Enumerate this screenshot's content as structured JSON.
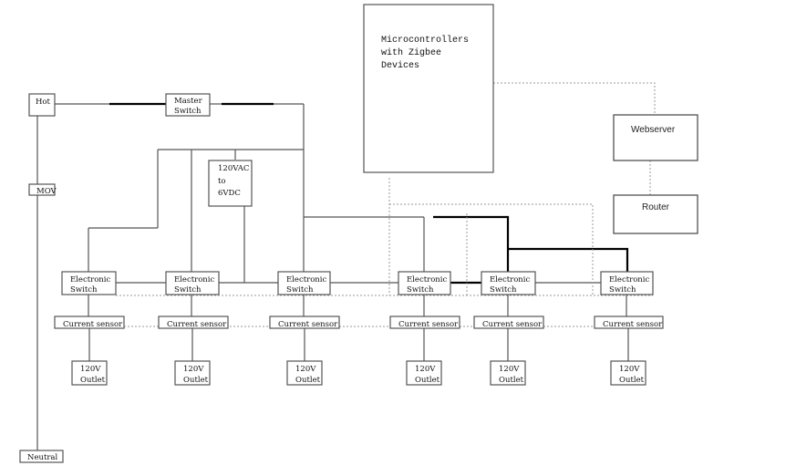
{
  "diagram": {
    "hot": "Hot",
    "master_switch": [
      "Master",
      "Switch"
    ],
    "mov": "MOV",
    "neutral": "Neutral",
    "converter": [
      "120VAC",
      "to",
      "6VDC"
    ],
    "microcontroller": [
      "Microcontrollers",
      "with Zigbee",
      "Devices"
    ],
    "webserver": "Webserver",
    "router": "Router",
    "switch_label": [
      "Electronic",
      "Switch"
    ],
    "sensor_label": "Current sensor",
    "outlet_label": [
      "120V",
      "Outlet"
    ],
    "branch_count": 6
  },
  "colors": {
    "line": "#555555",
    "thick_line": "#000000",
    "dotted": "#999999"
  }
}
